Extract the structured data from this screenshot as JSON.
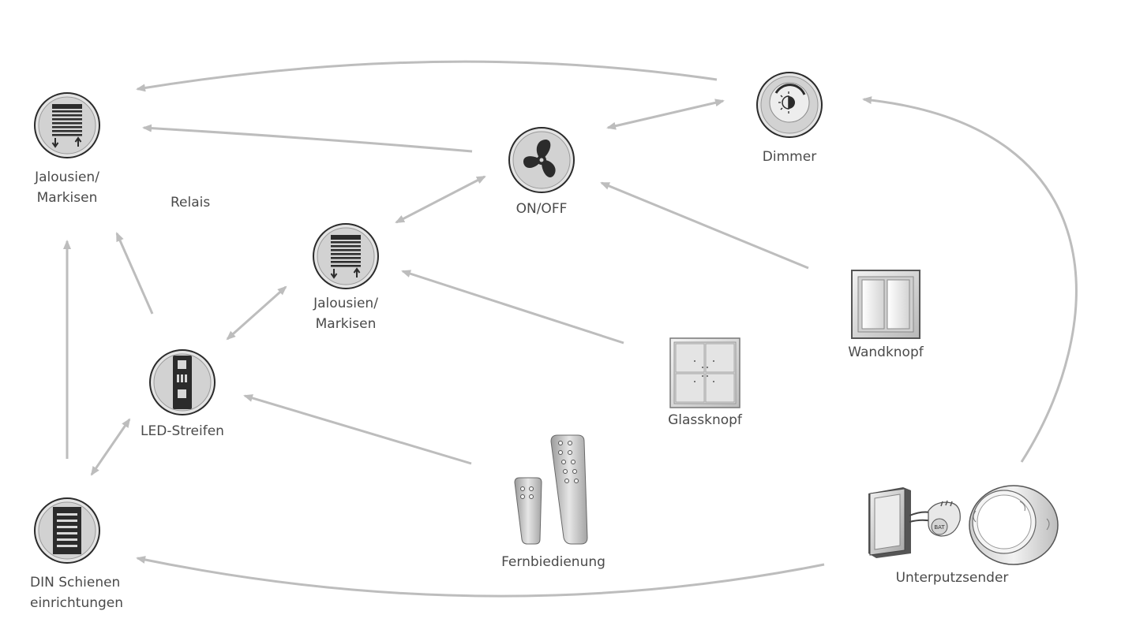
{
  "colors": {
    "arrow": "#bdbdbd",
    "label_text": "#4a4a4a",
    "icon_dark": "#2b2b2b",
    "icon_light": "#e6e6e6"
  },
  "nodes": {
    "jalousien_top": {
      "line1": "Jalousien/",
      "line2": "Markisen",
      "icon": "shutter-icon"
    },
    "relais": {
      "label": "Relais"
    },
    "jalousien_mid": {
      "line1": "Jalousien/",
      "line2": "Markisen",
      "icon": "shutter-icon"
    },
    "on_off": {
      "label": "ON/OFF",
      "icon": "fan-icon"
    },
    "dimmer": {
      "label": "Dimmer",
      "icon": "dimmer-knob-icon"
    },
    "led": {
      "label": "LED-Streifen",
      "icon": "led-strip-icon"
    },
    "din": {
      "line1": "DIN Schienen",
      "line2": "einrichtungen",
      "icon": "din-rail-icon"
    },
    "wandknopf": {
      "label": "Wandknopf",
      "icon": "wall-switch-icon"
    },
    "glassknopf": {
      "label": "Glassknopf",
      "icon": "glass-switch-icon"
    },
    "fernbedienung": {
      "label": "Fernbiedienung",
      "icon": "remote-control-icon"
    },
    "unterputz": {
      "label": "Unterputzsender",
      "icon": "flush-transmitter-icon"
    }
  }
}
